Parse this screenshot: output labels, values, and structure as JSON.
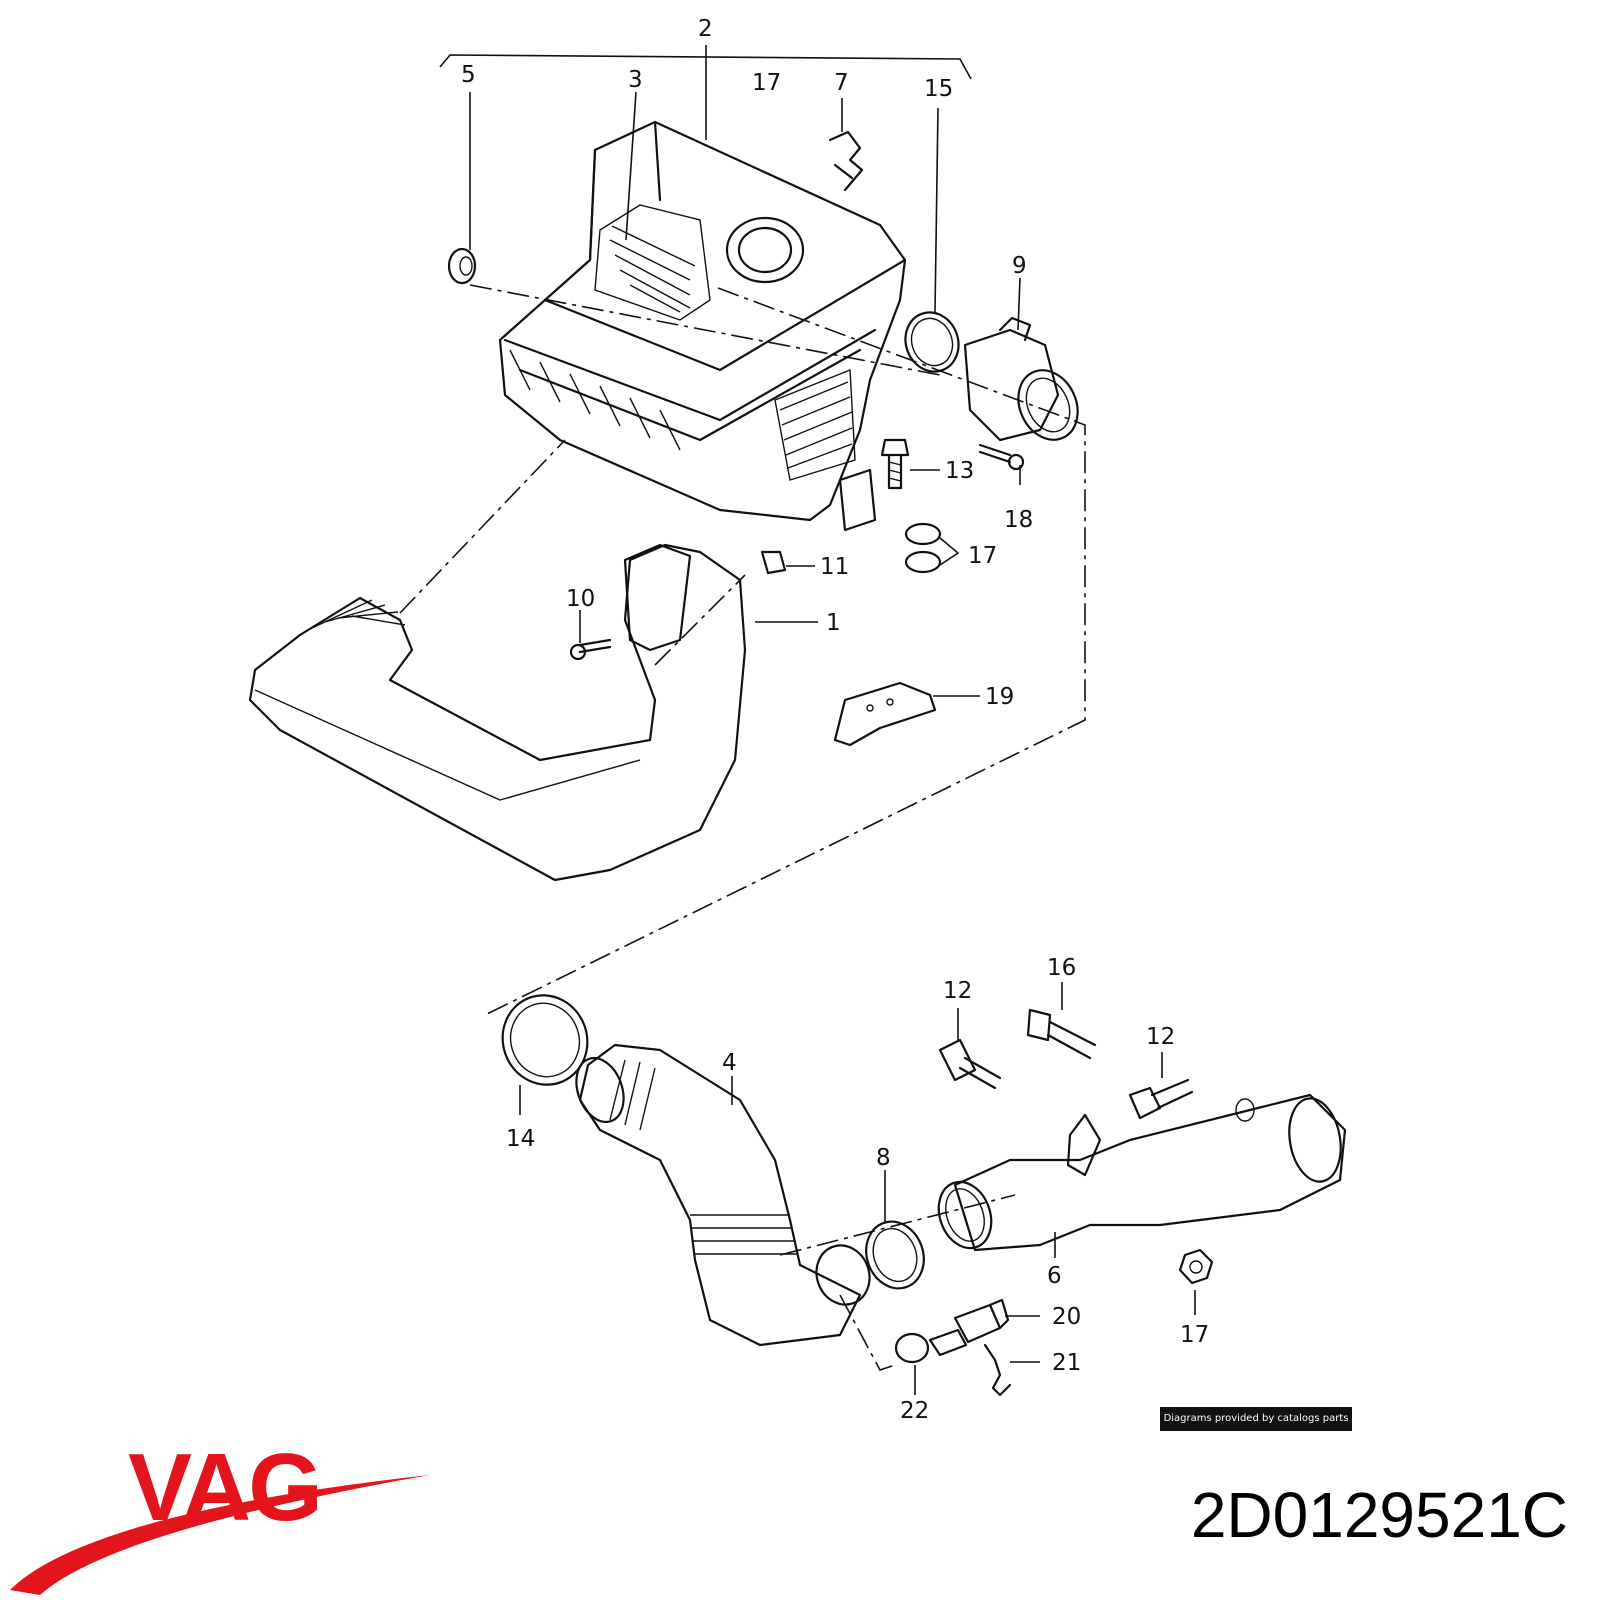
{
  "callouts": [
    "2",
    "5",
    "3",
    "17",
    "7",
    "15",
    "9",
    "13",
    "18",
    "17",
    "11",
    "10",
    "1",
    "19",
    "16",
    "12",
    "12",
    "4",
    "14",
    "8",
    "6",
    "20",
    "17",
    "21",
    "22"
  ],
  "credit": "Diagrams provided by catalogs parts",
  "brand": {
    "name": "VAG",
    "color": "#e3141c"
  },
  "part_number": "2D0129521C"
}
